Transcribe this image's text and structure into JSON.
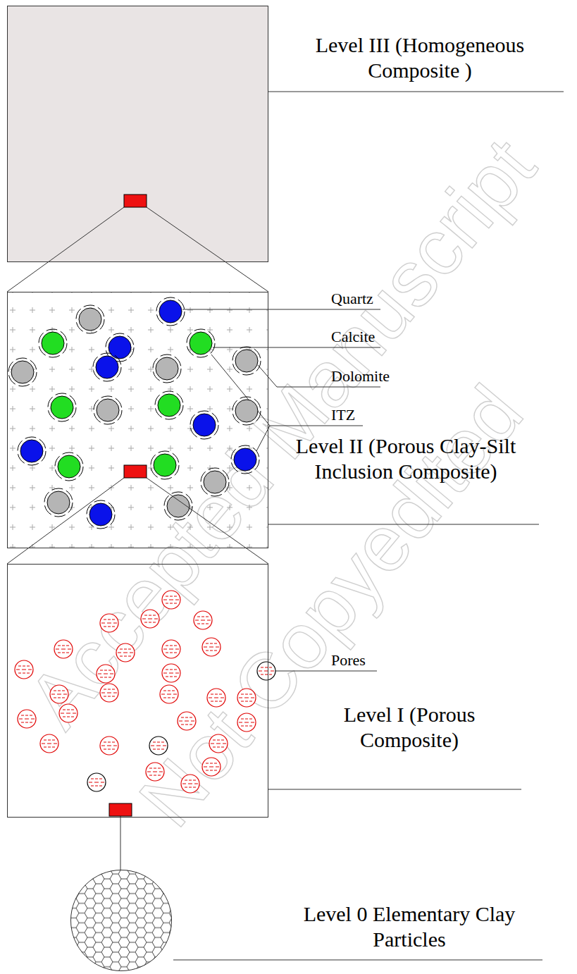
{
  "diagram": {
    "nodes": [
      {
        "text": [
          "Level III (Homogeneous Composite )"
        ]
      },
      {
        "text": [
          "Level II (Porous Clay-Silt Inclusion Composite)"
        ]
      },
      {
        "text": [
          "Level I (Porous Composite)"
        ]
      },
      {
        "text": [
          "Level 0 Elementary Clay Particles"
        ]
      }
    ],
    "labels": [
      "Quartz",
      "Calcite",
      "Dolomite",
      "ITZ",
      "Pores",
      "Accepted Manuscript",
      "Not Copyedited"
    ]
  }
}
